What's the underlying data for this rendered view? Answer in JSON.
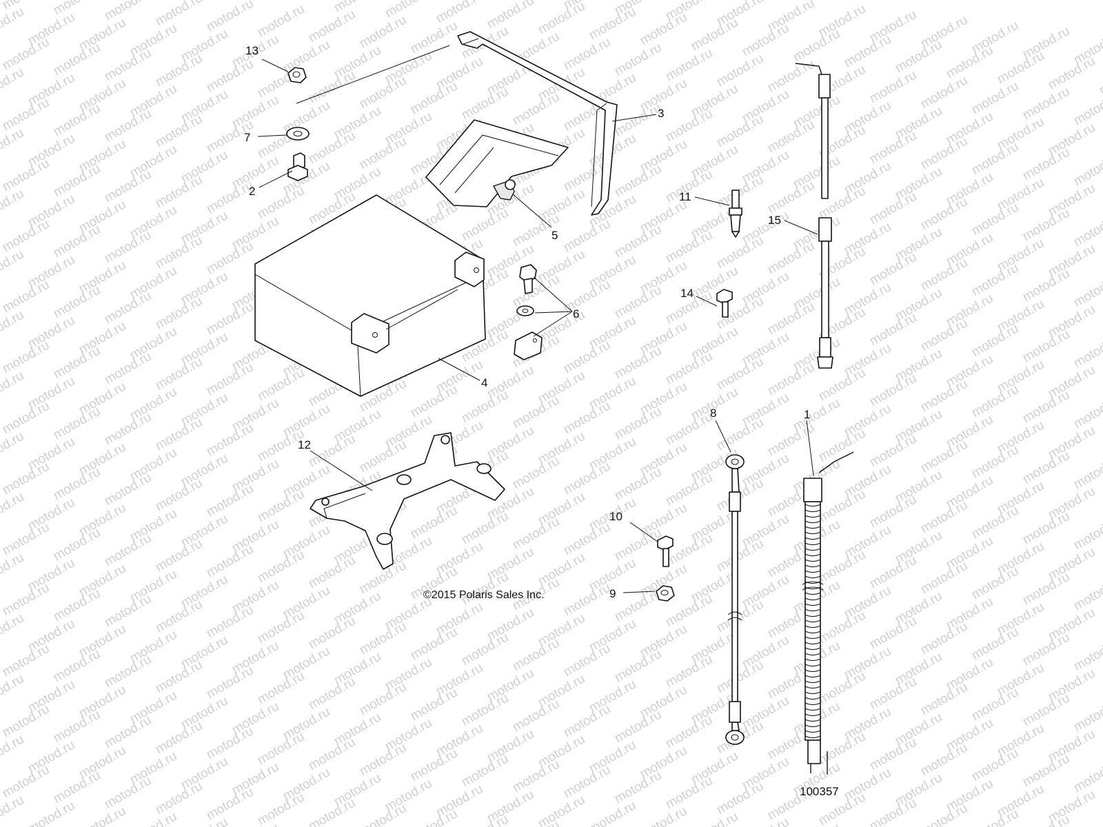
{
  "watermark_text": "motod.ru",
  "copyright": "©2015 Polaris Sales Inc.",
  "drawing_id": "100357",
  "callouts": [
    "13",
    "7",
    "2",
    "3",
    "5",
    "4",
    "6",
    "12",
    "11",
    "15",
    "14",
    "8",
    "1",
    "10",
    "9"
  ]
}
